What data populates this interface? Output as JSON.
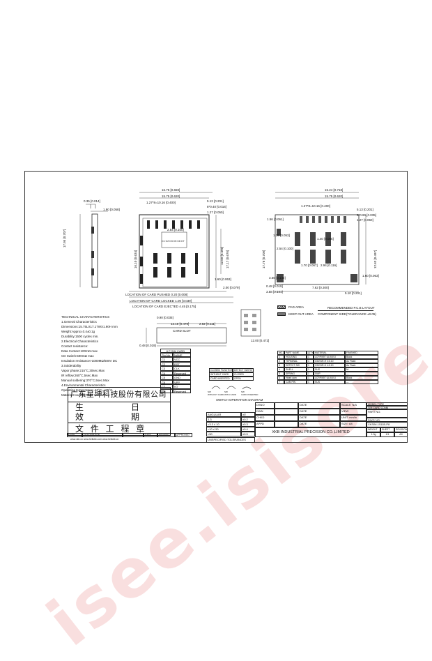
{
  "tech": {
    "title": "TECHNICAL CHARACTERISTICS",
    "lines": [
      "1.General Characteristics",
      "  Dimensions:15.75LX17.17WX1.90H mm",
      "  Weight:Approx.0.4±0.1g",
      "  Durability:1500 cycles min.",
      "2.Electrical Characteristics",
      "  Contact resistance:",
      "  Data Contact:100mΩ max",
      "  CD Switch:500mΩ max",
      "  Insulation resistance>1000MΩ/500V DC",
      "3.Solderability",
      "  Vapor phase:215°C,30sec.Max",
      "  IR reflow:260°C,5sec.Max",
      "  Manual soldering:370°C,5sec.Max",
      "4.Environmental Characteristics",
      "  Operating temperature:-40°C~+85°C",
      "  Material:Housing:PA9T UL94V-0"
    ]
  },
  "dims": {
    "front_w": "0.35 [0.014]",
    "front_h": "1.90 [0.058]",
    "front_v": "17.95 [0.707]",
    "top1": "16.75 [0.659]",
    "top2": "15.75 [0.620]",
    "top3": "5.12 [0.201]",
    "top4": "1.27*8=10.16 [0.400]",
    "top5": "8*0.40 [0.016]",
    "top6": "1.27 [0.050]",
    "pitch": "2.54 [0.100]",
    "side1": "16.10 [0.634]",
    "side2": "12.60 [0.496]",
    "side3": "17.17 [0.676]",
    "bot1": "1.60 [0.063]",
    "bot2": "2.00 [0.079]",
    "loc1": "LOCATION OF CARD PUSHED",
    "loc1v": "0.20 [0.008]",
    "loc2": "LOCATION OF CARD LOCKED",
    "loc2v": "1.00 [0.039]",
    "loc3": "LOCATION OF CARD EJECTED",
    "loc3v": "4.45 [0.175]",
    "slot_a": "0.90 [0.035]",
    "slot_b": "12.15 [0.478]",
    "slot_c": "2.82 [0.111]",
    "slot_d": "0.48 [0.019]",
    "slot_e": "12.00 [0.472]",
    "slot_label": "CARD SLOT",
    "r1": "15.24 [0.718]",
    "r2": "15.75 [0.620]",
    "r3": "1.27*8=10.16 [0.400]",
    "r4": "5.13 [0.201]",
    "r5": "9*0.90 [0.035]",
    "r6": "1.27 [0.050]",
    "r7": "1.56 [0.061]",
    "r8": "1.35 [0.053]",
    "r9": "1.40 [0.055]",
    "r10": "2.54 [0.100]",
    "r11": "1.70 [0.067]",
    "r12": "2.94 [0.116]",
    "r13": "3.60 [0.142]",
    "r14": "0.48 [0.019]",
    "r15": "3.58 [0.141]",
    "r16": "7.62 [0.300]",
    "r17": "5.10 [0.201]",
    "r18": "1.60 [0.063]",
    "r19": "12.63 [0.497]",
    "r20": "17.78 [0.700]",
    "cd_label": "C1 C2 C3 C5 C6 C7"
  },
  "legend": {
    "pad": "PAD AREA",
    "keep": "KEEP OUT AREA",
    "pcb": "RECOMMENDED P.C.B LAYOUT",
    "tol": "COMPONENT SIDE(TOLERANCE ±0.05)"
  },
  "pin_table": {
    "headers": [
      "Pin No.",
      "NAME"
    ],
    "title": "6 P SIM CARD",
    "rows": [
      [
        "C1",
        "VCC"
      ],
      [
        "C2",
        "RST"
      ],
      [
        "C3",
        "CLK"
      ],
      [
        "C4",
        "Reserved"
      ],
      [
        "C5",
        "GND"
      ],
      [
        "C6",
        "VPP"
      ],
      [
        "C7",
        "I/O"
      ],
      [
        "C8",
        "Reserved"
      ]
    ]
  },
  "switch": {
    "r1": [
      "CLOSED FUNCTION",
      "DETECT SWITCH"
    ],
    "r2": [
      "WITHOUT CARD",
      "CLOSED"
    ],
    "r3": [
      "CARD INSERTED",
      "OPEN"
    ],
    "labels": [
      "SW",
      "WITHOUT CARD",
      "SW",
      "WITH CARD",
      "SW",
      "CARD INSERTED"
    ],
    "caption": "SWITCH OPERATION DIAGRAM"
  },
  "bom": {
    "headers": [
      "NO.",
      "PART NAME",
      "Q'TY",
      "MATERIAL",
      "FINISHED"
    ],
    "rows": [
      [
        "1",
        "HOUSING",
        "1",
        "LCP/PA9T UL94V-0",
        "Black"
      ],
      [
        "2",
        "TERMINAL",
        "1",
        "C5191R-H t=0.10",
        "Au Flash"
      ],
      [
        "3",
        "DETECT SW",
        "1",
        "C5191R-H t=0.10",
        "Au Flash"
      ],
      [
        "4",
        "SHELL",
        "1",
        "SUS",
        "Ni"
      ],
      [
        "5",
        "SPRING",
        "1",
        "SWP",
        "—"
      ],
      [
        "6",
        "Heart cam",
        "1",
        "LCP/PA9T UL94V-0",
        "Black"
      ],
      [
        "7",
        "CAM PIN",
        "1",
        "SUS",
        "—"
      ]
    ]
  },
  "title_block": {
    "tol_headers": [
      "ANGULAR",
      "±5'"
    ],
    "tol_rows": [
      [
        "3.3",
        "±0.2"
      ],
      [
        ">3.3 ≤ 10",
        "±0.3"
      ],
      [
        ">10 ≤ 50",
        "±0.4"
      ],
      [
        ">50",
        "±0.5"
      ]
    ],
    "roles": [
      "DSNO",
      "DWN",
      "CHKD",
      "APPD"
    ],
    "date": "DATE",
    "scale": "SCALE: N/A",
    "view": "VIEW",
    "unit": "UNIT: mm/in",
    "size": "SIZE: A4",
    "model_type_label": "MODEL TYPE",
    "model_type": "SIM CARD CONN",
    "part_no": "PART NO.",
    "dwg_no_label": "DWG NO.",
    "dwg_no": "XKSIM-1511B-P8",
    "weight_h": "WEIGHT",
    "sheet_h": "SHEET",
    "revision_h": "REVISION",
    "weight": "1.0g",
    "sheet": "1/1",
    "revision": "A0",
    "company": "XKB INDUSTRIAL PRECISION CO.,LIMITED",
    "unspecified": "UNSPECIFIED TOLERANCES",
    "bottom_h": [
      "MARK",
      "DESCRIPTION",
      "",
      "DATE",
      "REVISED",
      "APPROVED"
    ],
    "website": "www.xkb.cn    www.hellokb.com    www.hellokb.cn"
  },
  "stamp": {
    "company": "广东星坤科技股份有限公司",
    "row2": [
      "生",
      "日"
    ],
    "row3": [
      "效",
      "期"
    ],
    "row4": "文 件 工 程 章"
  },
  "watermark": "isee.isisore.com"
}
